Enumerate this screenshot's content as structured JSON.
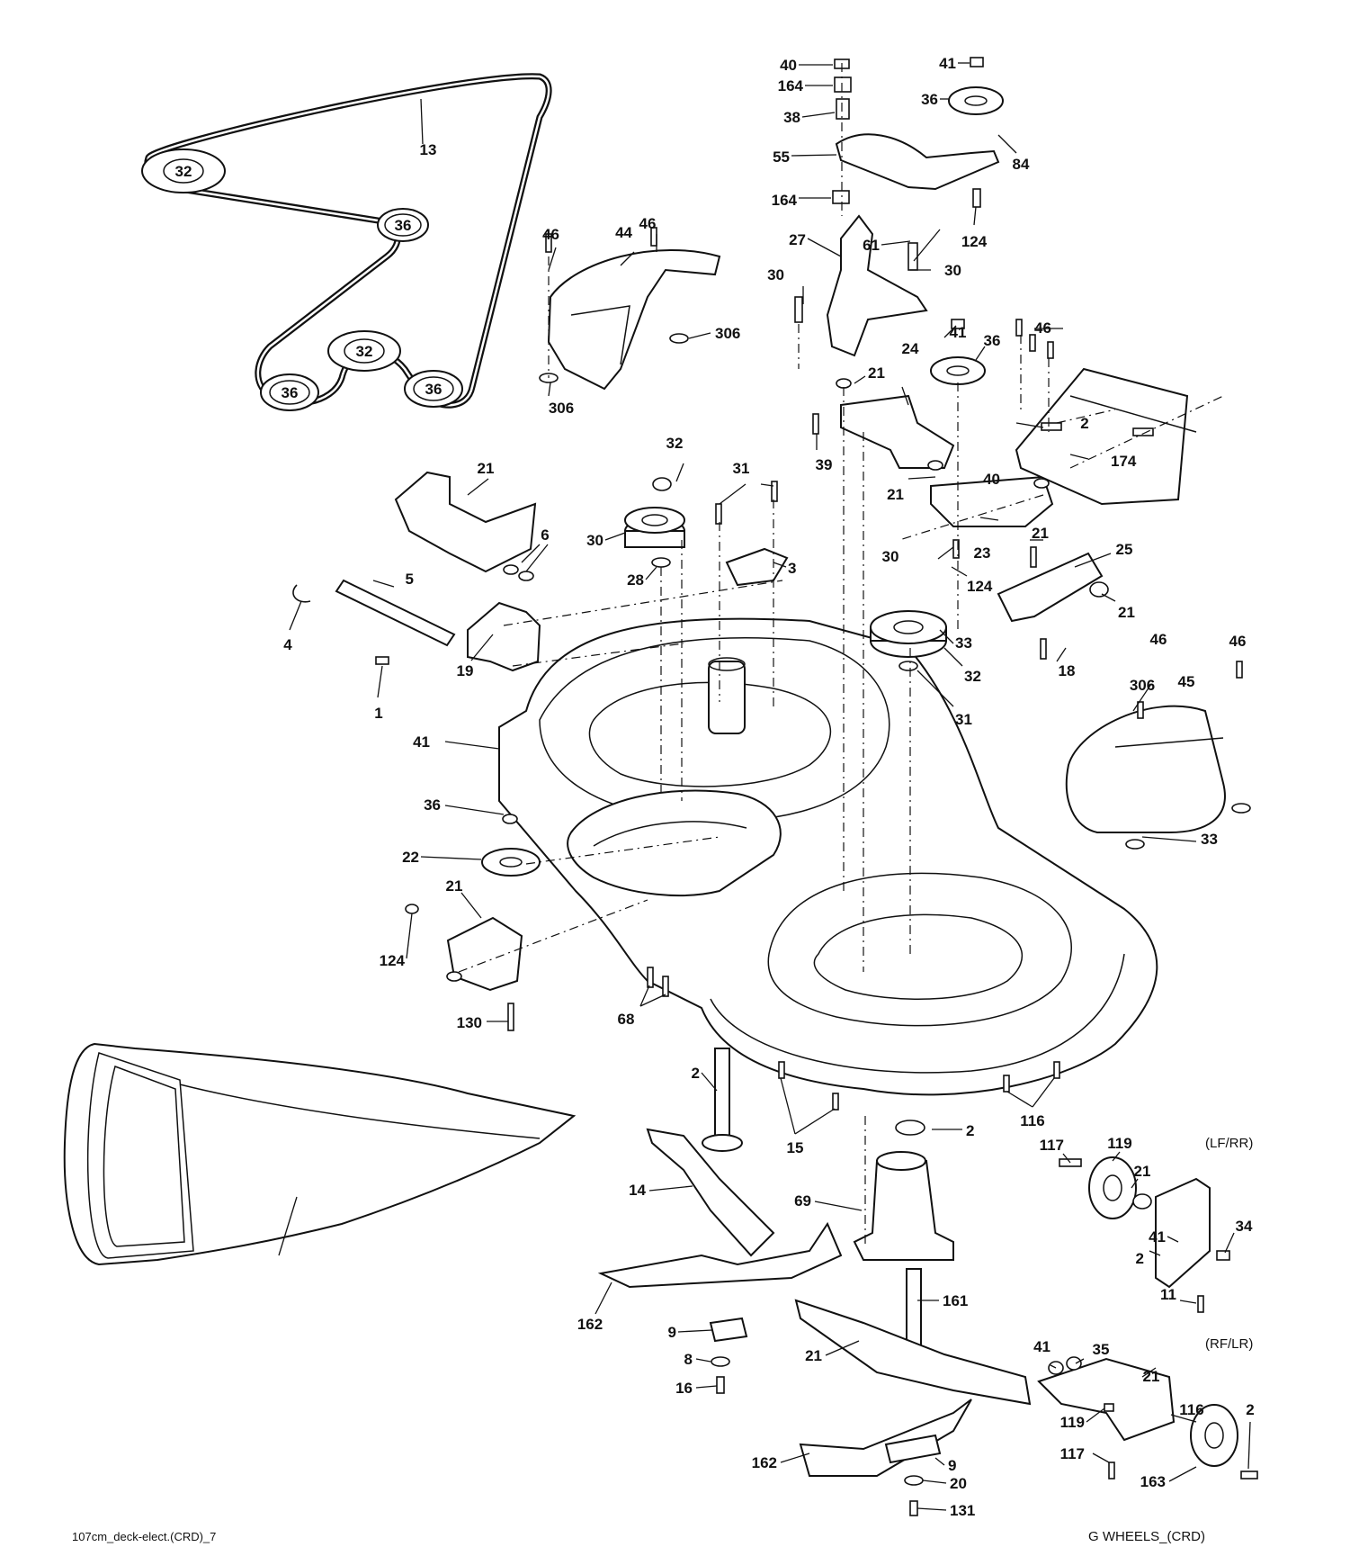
{
  "footer": {
    "drawing_id": "107cm_deck-elect.(CRD)_7",
    "wheels_ref": "G WHEELS_(CRD)"
  },
  "wheel_groups": {
    "upper": "(LF/RR)",
    "lower": "(RF/LR)"
  },
  "belt_pulleys": [
    "32",
    "36",
    "32",
    "36",
    "36"
  ],
  "callouts": [
    "40",
    "164",
    "38",
    "55",
    "164",
    "27",
    "30",
    "30",
    "61",
    "124",
    "41",
    "36",
    "84",
    "46",
    "44",
    "46",
    "306",
    "306",
    "46",
    "41",
    "36",
    "21",
    "24",
    "39",
    "2",
    "174",
    "21",
    "40",
    "23",
    "21",
    "25",
    "21",
    "30",
    "124",
    "33",
    "32",
    "31",
    "18",
    "46",
    "45",
    "46",
    "306",
    "33",
    "32",
    "30",
    "31",
    "28",
    "3",
    "21",
    "6",
    "5",
    "4",
    "19",
    "1",
    "41",
    "36",
    "22",
    "21",
    "124",
    "130",
    "68",
    "13",
    "2",
    "15",
    "2",
    "116",
    "117",
    "119",
    "21",
    "41",
    "34",
    "2",
    "11",
    "14",
    "69",
    "161",
    "162",
    "9",
    "8",
    "16",
    "21",
    "41",
    "35",
    "21",
    "119",
    "116",
    "2",
    "117",
    "163",
    "162",
    "9",
    "20",
    "131"
  ]
}
